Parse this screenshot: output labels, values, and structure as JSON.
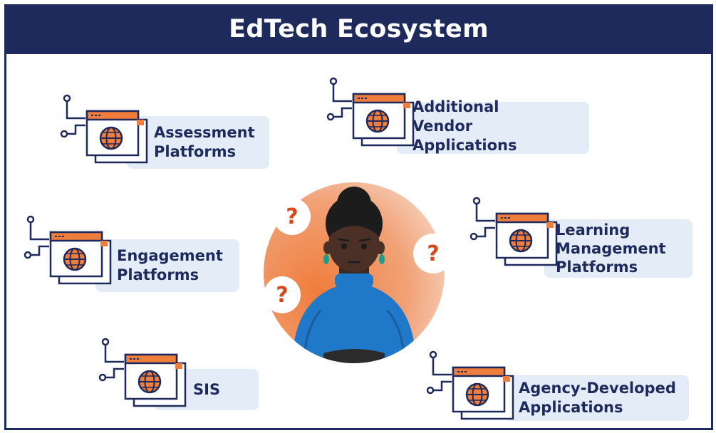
{
  "title": "EdTech Ecosystem",
  "colors": {
    "navy": "#1f2a5c",
    "orange": "#ef7d3c",
    "pill": "#e4ecf8",
    "question": "#d9461b"
  },
  "nodes": {
    "assessment": "Assessment\nPlatforms",
    "additional_vendor": "Additional\nVendor\nApplications",
    "engagement": "Engagement\nPlatforms",
    "lms": "Learning\nManagement\nPlatforms",
    "sis": "SIS",
    "agency": "Agency-Developed\nApplications"
  },
  "center": {
    "icon": "confused-person",
    "question_mark": "?"
  }
}
